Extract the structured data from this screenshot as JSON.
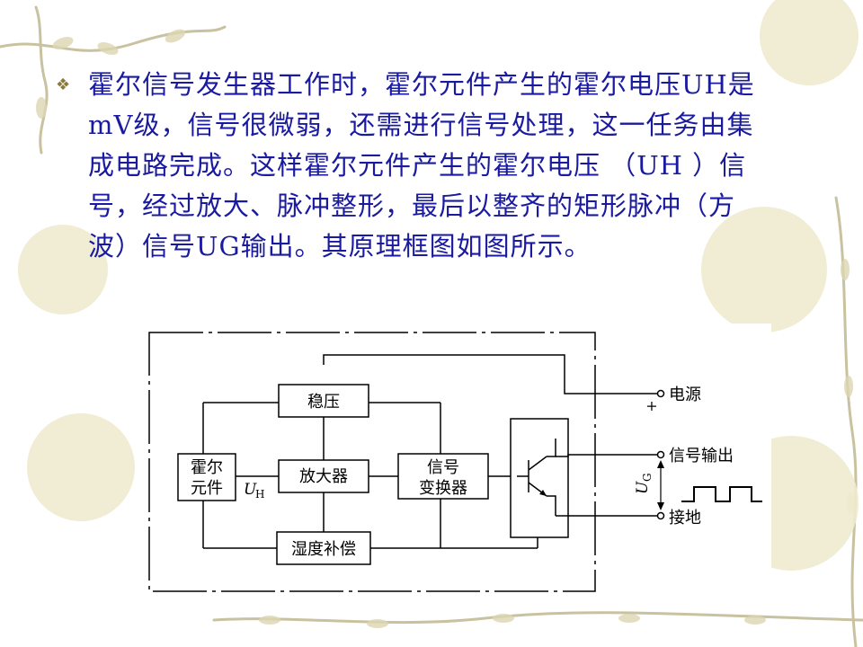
{
  "slide": {
    "background_color": "#ffffff",
    "text_color": "#1a1aa0",
    "decoration_color": "#c9c2a0",
    "bullet_icon": "diamond-bullet-icon",
    "paragraph": "霍尔信号发生器工作时，霍尔元件产生的霍尔电压UH是mV级，信号很微弱，还需进行信号处理，这一任务由集成电路完成。这样霍尔元件产生的霍尔电压 （UH ）信号，经过放大、脉冲整形，最后以整齐的矩形脉冲（方波）信号UG输出。其原理框图如图所示。"
  },
  "diagram": {
    "blocks": {
      "hall_line1": "霍尔",
      "hall_line2": "元件",
      "regulator": "稳压",
      "amplifier": "放大器",
      "compensation": "湿度补偿",
      "converter_line1": "信号",
      "converter_line2": "变换器"
    },
    "labels": {
      "uh_main": "U",
      "uh_sub": "H",
      "ug_main": "U",
      "ug_sub": "G",
      "power": "电源",
      "plus": "+",
      "signal_out": "信号输出",
      "ground": "接地"
    }
  }
}
